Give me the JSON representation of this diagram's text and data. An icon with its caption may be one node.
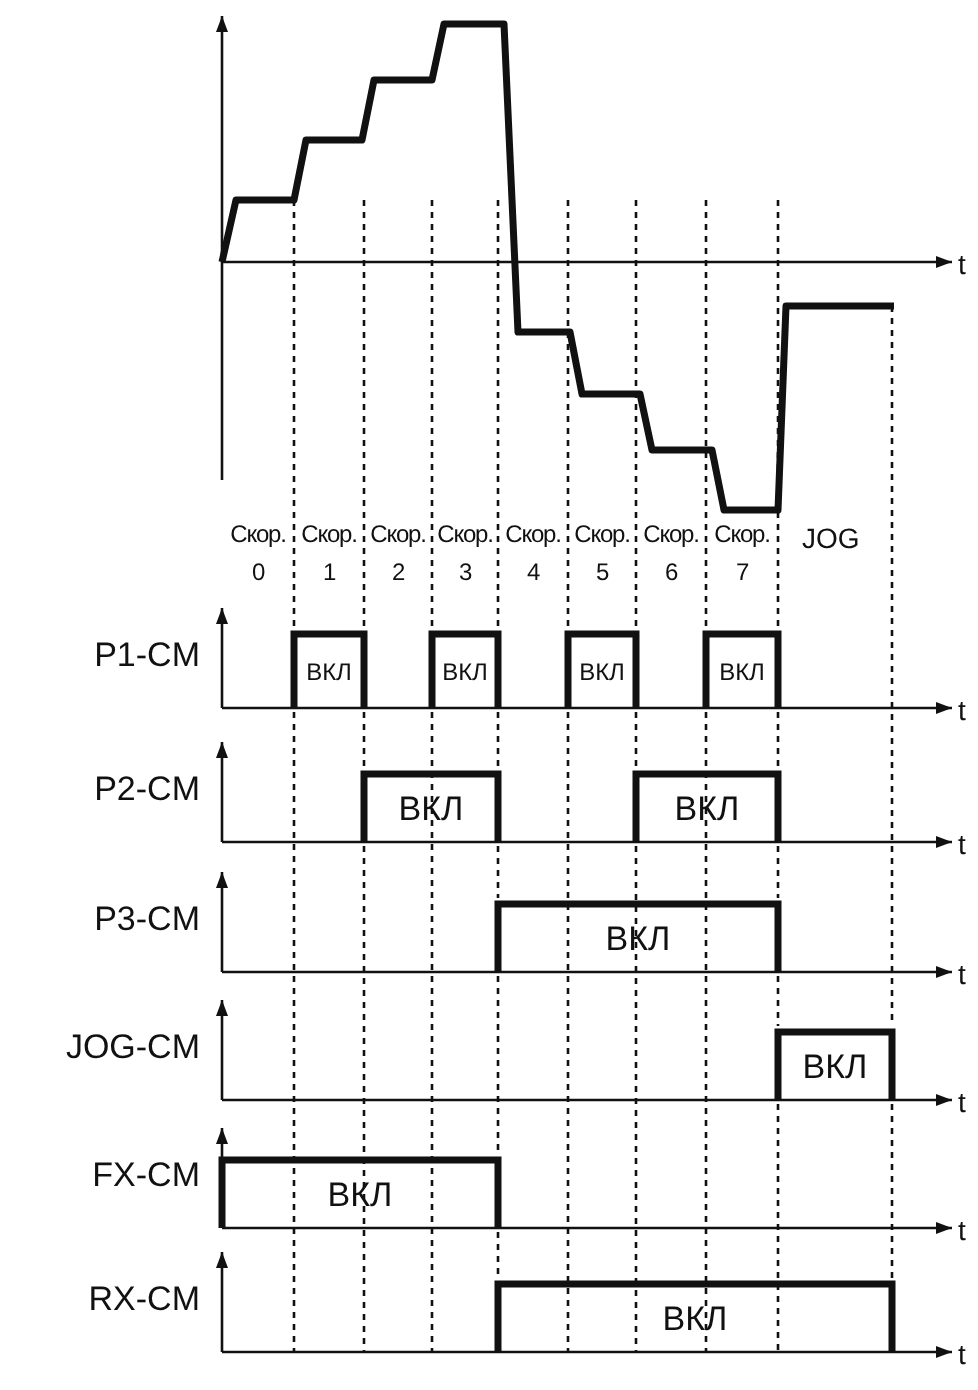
{
  "diagram": {
    "labels": [
      "t",
      "Скор. 0",
      "Скор. 1",
      "Скор. 2",
      "Скор. 3",
      "Скор. 4",
      "Скор. 5",
      "Скор. 6",
      "Скор. 7",
      "JOG",
      "P1-CM",
      "ВКЛ",
      "ВКЛ",
      "ВКЛ",
      "ВКЛ",
      "t",
      "P2-CM",
      "ВКЛ",
      "ВКЛ",
      "t",
      "P3-CM",
      "ВКЛ",
      "t",
      "JOG-CM",
      "ВКЛ",
      "t",
      "FX-CM",
      "ВКЛ",
      "t",
      "RX-CM",
      "ВКЛ",
      "t"
    ]
  }
}
